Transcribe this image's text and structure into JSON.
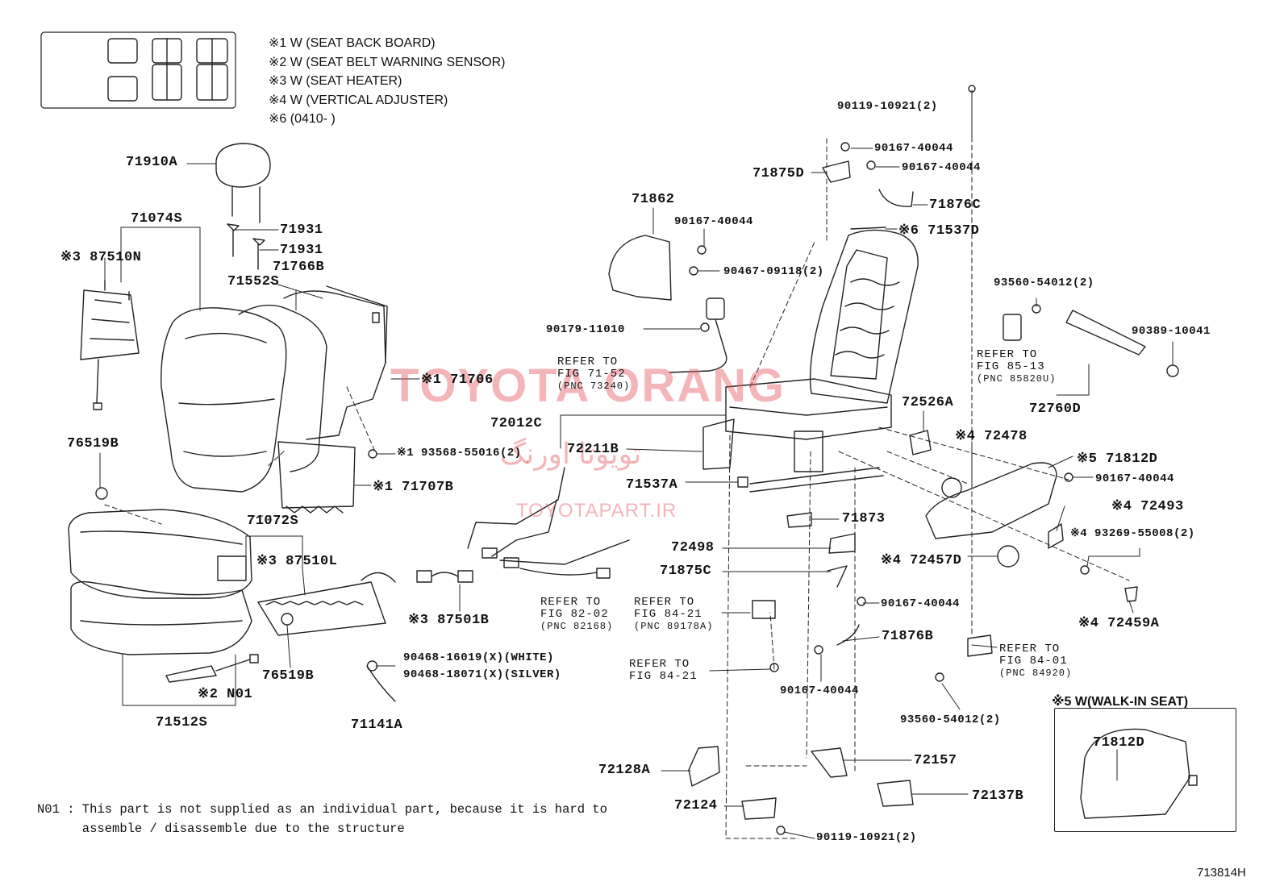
{
  "legend": [
    "※1  W (SEAT BACK BOARD)",
    "※2  W (SEAT BELT WARNING SENSOR)",
    "※3  W (SEAT  HEATER)",
    "※4  W (VERTICAL ADJUSTER)",
    "※6  (0410-        )"
  ],
  "watermark": {
    "main": "TOYOTA ORANG",
    "persian": "تویوتا اورنگ",
    "site": "TOYOTAPART.IR"
  },
  "parts": {
    "p71910A": "71910A",
    "p71074S": "71074S",
    "p87510N": "※3 87510N",
    "p71931a": "71931",
    "p71931b": "71931",
    "p71766B": "71766B",
    "p71552S": "71552S",
    "p71706": "※1 71706",
    "p93568": "※1 93568-55016(2)",
    "p71707B": "※1 71707B",
    "p76519Ba": "76519B",
    "p71072S": "71072S",
    "p87510L": "※3 87510L",
    "p87501B": "※3 87501B",
    "p76519Bb": "76519B",
    "pN01": "※2 N01",
    "p71512S": "71512S",
    "p90468a": "90468-16019(X)(WHITE)",
    "p90468b": "90468-18071(X)(SILVER)",
    "p71141A": "71141A",
    "p71862": "71862",
    "p90167a": "90167-40044",
    "p90467": "90467-09118(2)",
    "p90179": "90179-11010",
    "p72012C": "72012C",
    "p72211B": "72211B",
    "p71537A": "71537A",
    "p90119a": "90119-10921(2)",
    "p90167b": "90167-40044",
    "p90167c": "90167-40044",
    "p71875D": "71875D",
    "p71876C": "71876C",
    "p71537D": "※6 71537D",
    "p93560a": "93560-54012(2)",
    "p90389": "90389-10041",
    "p72760D": "72760D",
    "p72526A": "72526A",
    "p72478": "※4 72478",
    "p71812D": "※5 71812D",
    "p90167d": "90167-40044",
    "p72493": "※4 72493",
    "p93269": "※4   93269-55008(2)",
    "p72457D": "※4 72457D",
    "p472459A": "※4 72459A",
    "p71873": "71873",
    "p72498": "72498",
    "p71875C": "71875C",
    "p90167e": "90167-40044",
    "p71876B": "71876B",
    "p90167f": "90167-40044",
    "p93560b": "93560-54012(2)",
    "p72128A": "72128A",
    "p72124": "72124",
    "p72157": "72157",
    "p72137B": "72137B",
    "p90119b": "90119-10921(2)",
    "p71812Dw": "71812D"
  },
  "refs": {
    "r1": {
      "l1": "REFER TO",
      "l2": "FIG 71-52",
      "l3": "(PNC 73240)"
    },
    "r2": {
      "l1": "REFER TO",
      "l2": "FIG 85-13",
      "l3": "(PNC 85820U)"
    },
    "r3": {
      "l1": "REFER TO",
      "l2": "FIG 82-02",
      "l3": "(PNC 82168)"
    },
    "r4": {
      "l1": "REFER TO",
      "l2": "FIG 84-21",
      "l3": "(PNC 89178A)"
    },
    "r5": {
      "l1": "REFER TO",
      "l2": "FIG 84-21"
    },
    "r6": {
      "l1": "REFER TO",
      "l2": "FIG 84-01",
      "l3": "(PNC 84920)"
    }
  },
  "walkin": "※5 W(WALK-IN SEAT)",
  "note": {
    "l1": "N01 : This part is not supplied as an individual part, because it is hard to",
    "l2": "      assemble / disassemble due to the structure"
  },
  "code": "713814H"
}
